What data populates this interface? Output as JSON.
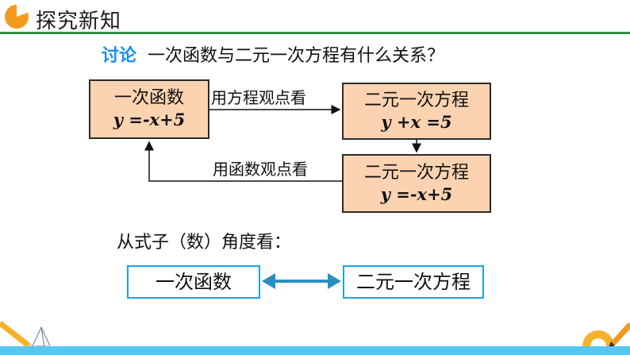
{
  "header": {
    "title": "探究新知"
  },
  "question": {
    "tag": "讨论",
    "text": "一次函数与二元一次方程有什么关系？"
  },
  "boxes": {
    "function": {
      "line1": "一次函数",
      "line2": "y =-x+5"
    },
    "equation1": {
      "line1": "二元一次方程",
      "line2": "y +x =5"
    },
    "equation2": {
      "line1": "二元一次方程",
      "line2": "y =-x+5"
    }
  },
  "edges": {
    "equation_view": "用方程观点看",
    "function_view": "用函数观点看"
  },
  "subheading": "从式子（数）角度看：",
  "compare": {
    "left": "一次函数",
    "right": "二元一次方程"
  },
  "colors": {
    "header_line": "#2f8f3f",
    "box_fill": "#fbd3b1",
    "question_tag": "#1a8ff0",
    "blue_border": "#1aa3e6",
    "double_arrow": "#2a8fbf"
  }
}
